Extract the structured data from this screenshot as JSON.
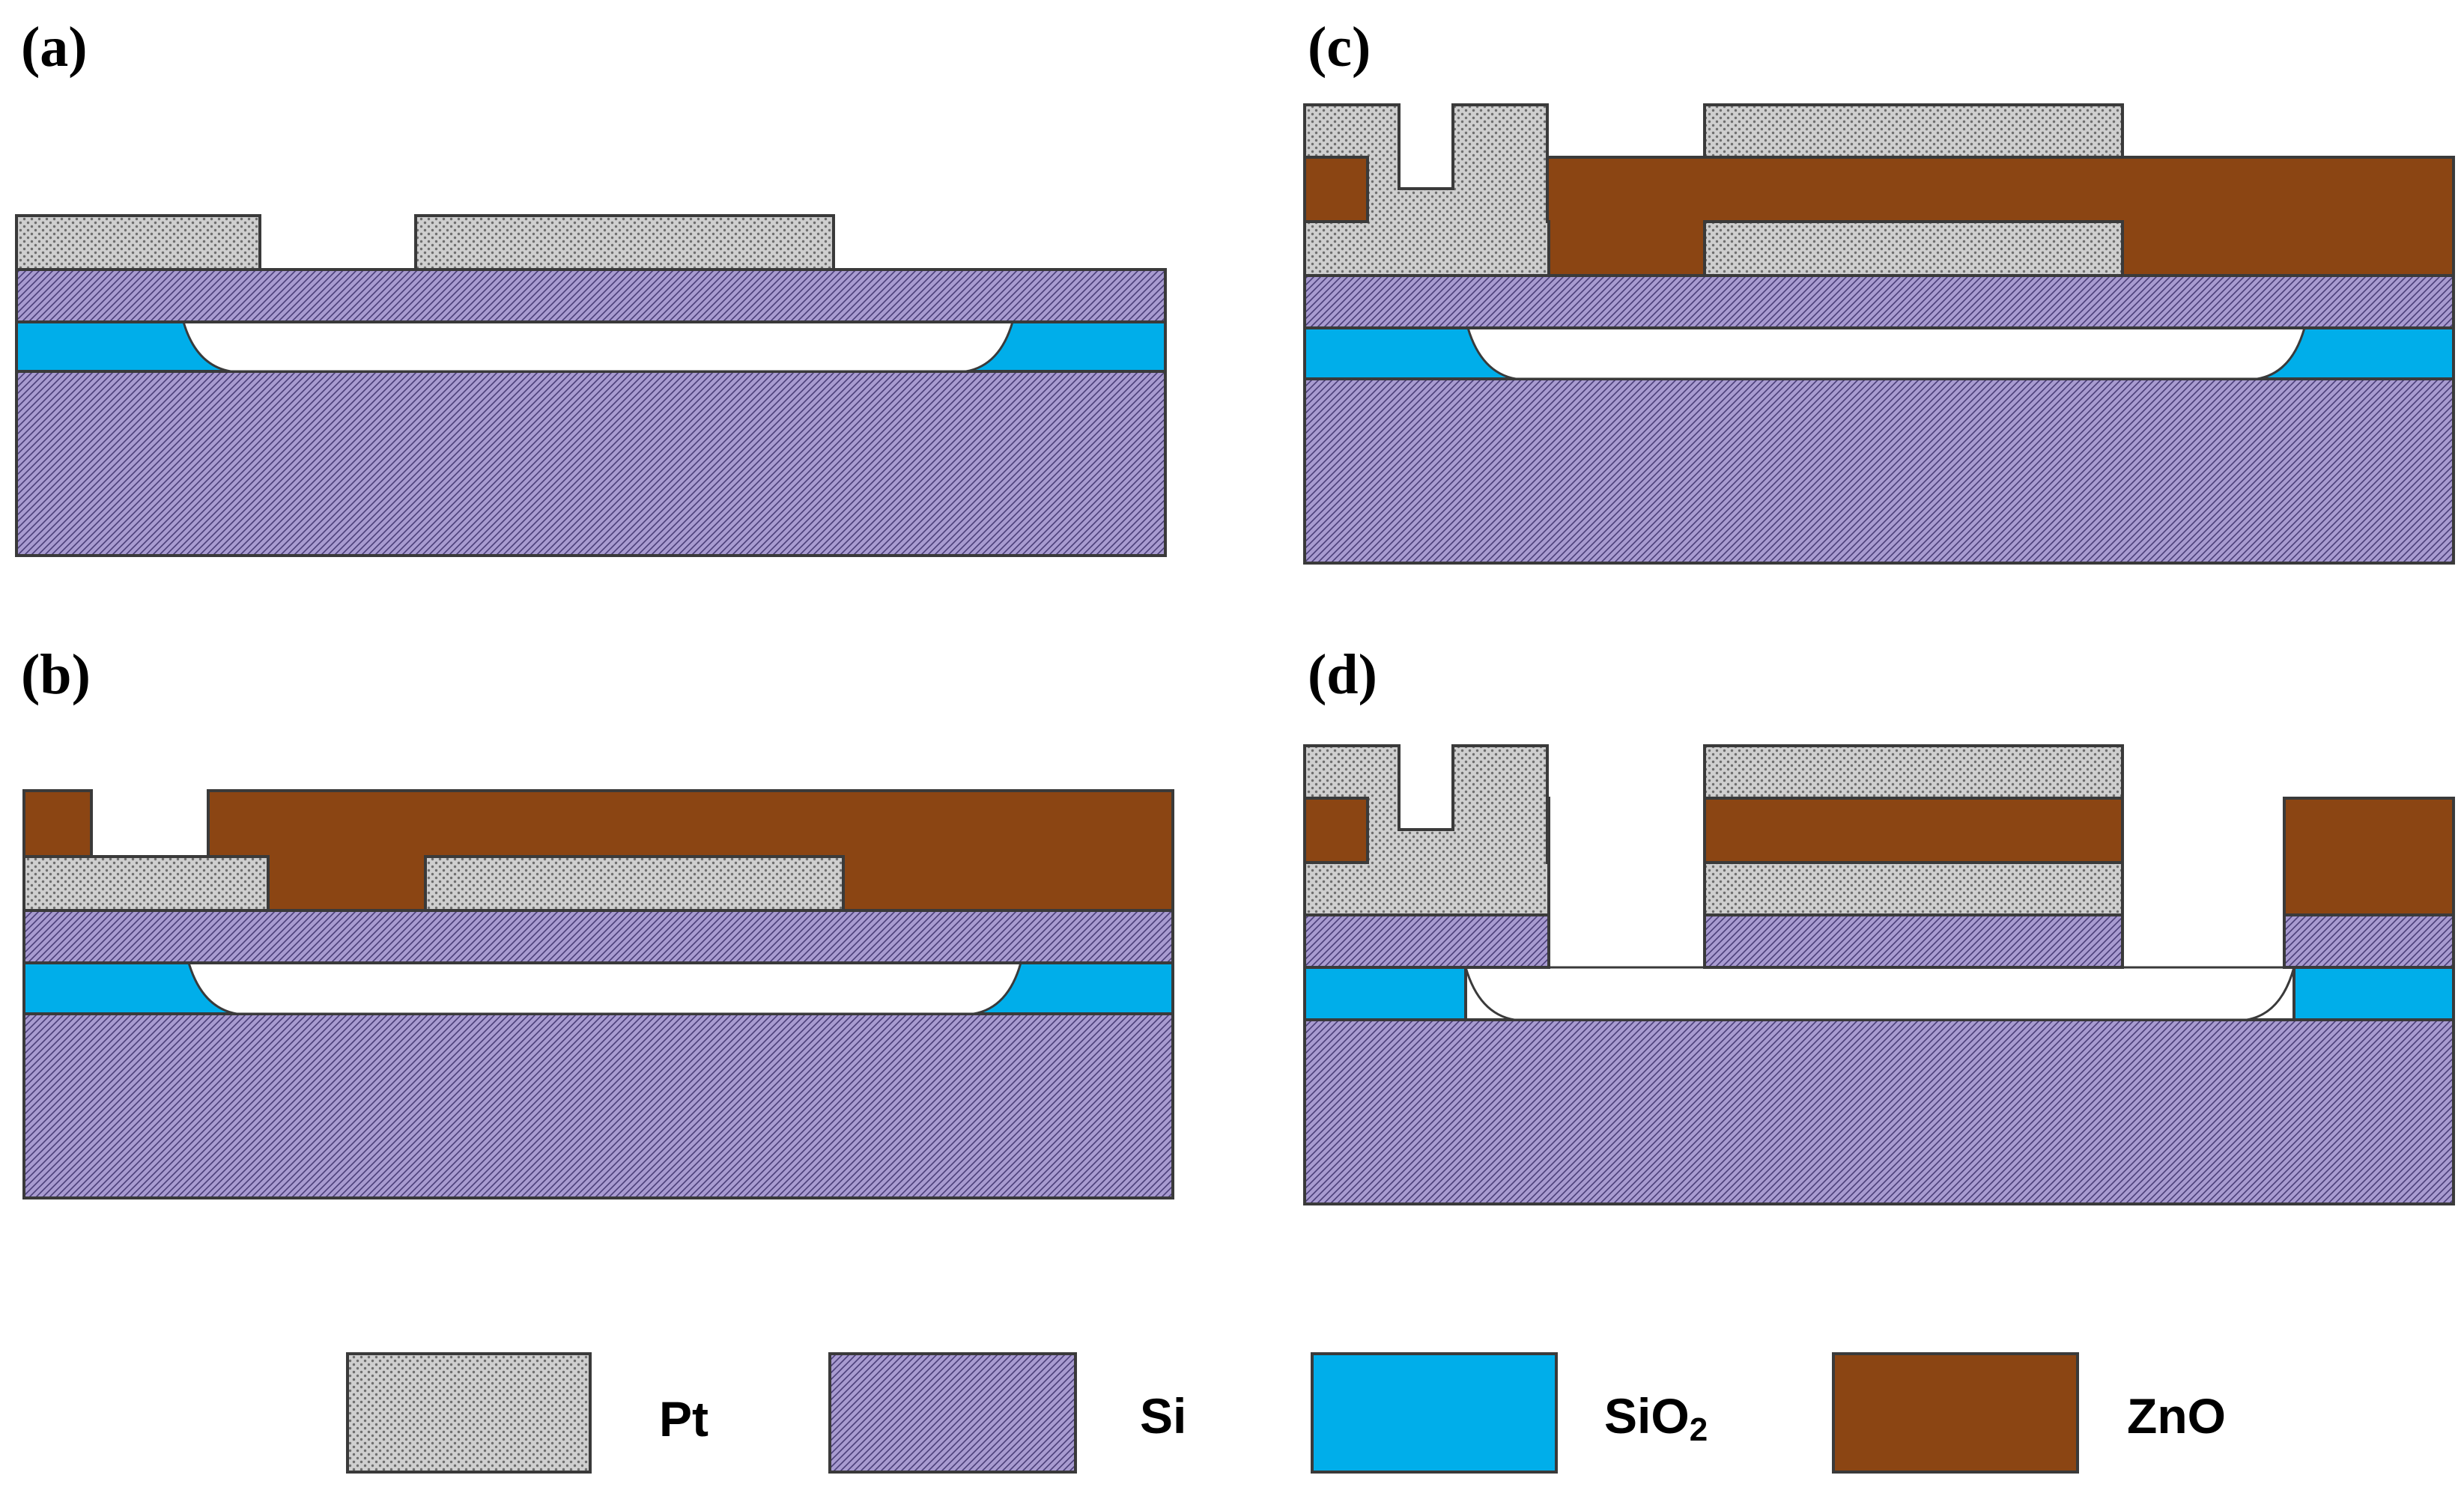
{
  "panels": {
    "a": {
      "label": "(a)"
    },
    "b": {
      "label": "(b)"
    },
    "c": {
      "label": "(c)"
    },
    "d": {
      "label": "(d)"
    }
  },
  "legend": {
    "pt": {
      "label": "Pt"
    },
    "si": {
      "label": "Si"
    },
    "sio2": {
      "label_main": "SiO",
      "label_sub": "2"
    },
    "zno": {
      "label": "ZnO"
    }
  },
  "colors": {
    "pt_fill": "#cfcfcf",
    "pt_dot": "#6e6e6e",
    "si_fill": "#a89bd0",
    "si_stripe": "#4a3e78",
    "sio2_fill": "#00aeea",
    "zno_fill": "#8b4513",
    "cavity": "#ffffff"
  }
}
